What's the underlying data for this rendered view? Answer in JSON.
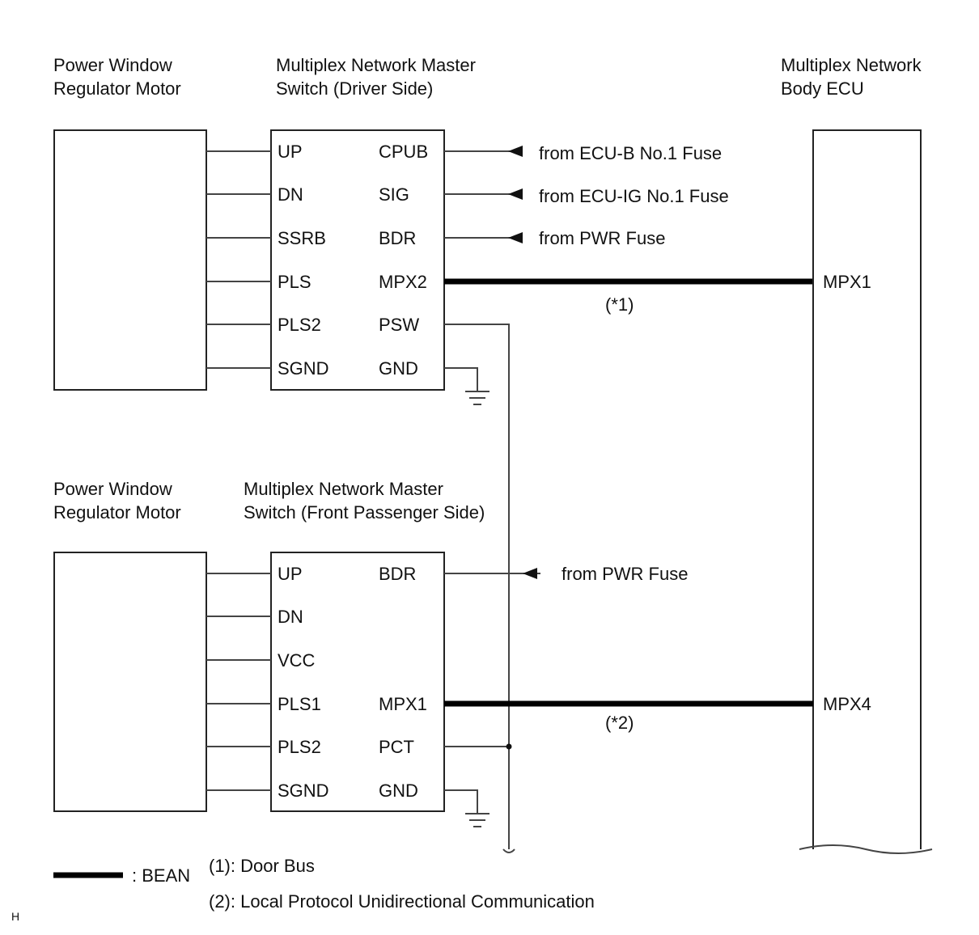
{
  "top": {
    "motor_title": [
      "Power Window",
      "Regulator Motor"
    ],
    "switch_title": [
      "Multiplex Network Master",
      "Switch (Driver Side)"
    ],
    "left_pins": [
      "UP",
      "DN",
      "SSRB",
      "PLS",
      "PLS2",
      "SGND"
    ],
    "right_pins": [
      "CPUB",
      "SIG",
      "BDR",
      "MPX2",
      "PSW",
      "GND"
    ],
    "fuse_labels": [
      "from ECU-B No.1 Fuse",
      "from ECU-IG No.1 Fuse",
      "from PWR Fuse"
    ],
    "bus_note": "(*1)"
  },
  "ecu": {
    "title": [
      "Multiplex Network",
      "Body ECU"
    ],
    "pins": [
      "MPX1",
      "MPX4"
    ]
  },
  "bottom": {
    "motor_title": [
      "Power Window",
      "Regulator Motor"
    ],
    "switch_title": [
      "Multiplex Network Master",
      "Switch (Front Passenger Side)"
    ],
    "left_pins": [
      "UP",
      "DN",
      "VCC",
      "PLS1",
      "PLS2",
      "SGND"
    ],
    "right_pins": [
      "BDR",
      "MPX1",
      "PCT",
      "GND"
    ],
    "fuse_label": "from PWR Fuse",
    "bus_note": "(*2)"
  },
  "legend": {
    "bean_label": ": BEAN",
    "note1": "(1): Door Bus",
    "note2": "(2): Local Protocol Unidirectional Communication",
    "corner": "H"
  }
}
